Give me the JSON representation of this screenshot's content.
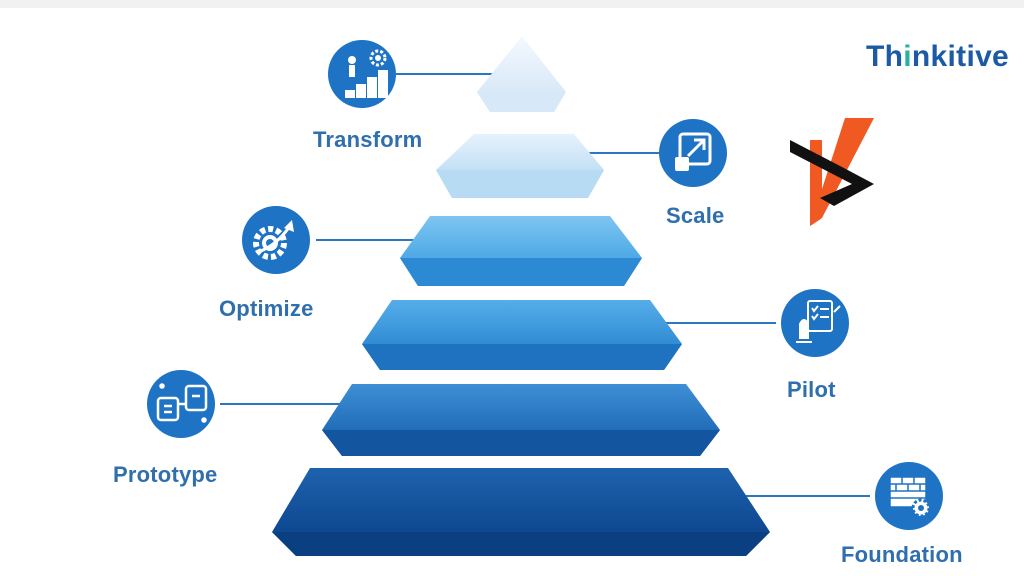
{
  "brand": {
    "name_prefix": "Th",
    "name_accent": "i",
    "name_suffix": "nkitive"
  },
  "colors": {
    "label": "#2f6fae",
    "circle": "#1f73c4",
    "connector": "#2a78c2",
    "brand_blue": "#1c5aa6",
    "brand_teal": "#27b3a0",
    "logo_orange": "#f05a22",
    "logo_black": "#111111"
  },
  "stages": [
    {
      "label": "Transform",
      "icon": "stairs-gear-icon"
    },
    {
      "label": "Scale",
      "icon": "expand-arrow-icon"
    },
    {
      "label": "Optimize",
      "icon": "gear-arrow-icon"
    },
    {
      "label": "Pilot",
      "icon": "checklist-rocket-icon"
    },
    {
      "label": "Prototype",
      "icon": "connected-devices-icon"
    },
    {
      "label": "Foundation",
      "icon": "brick-wall-gear-icon"
    }
  ]
}
